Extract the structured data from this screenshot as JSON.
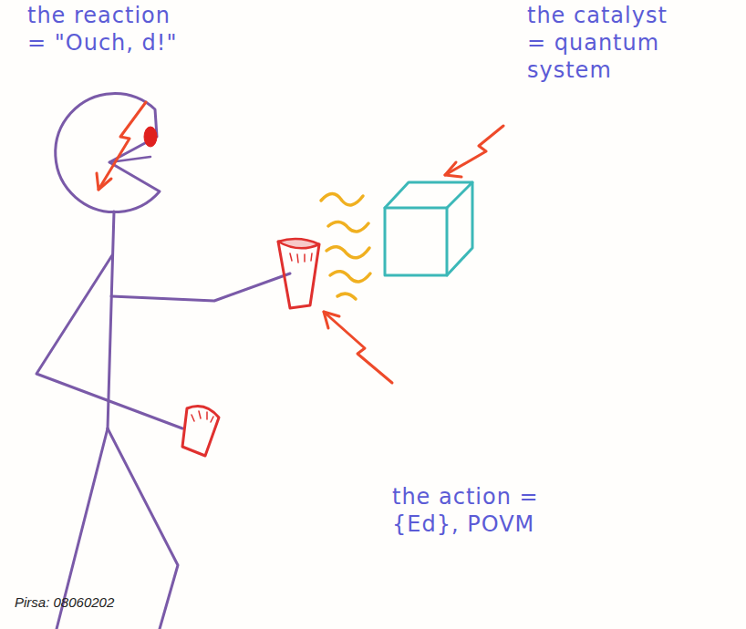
{
  "diagram": {
    "labels": [
      "the reaction = \"Ouch, d!\"",
      "the catalyst = quantum system",
      "the action = {Ed}, POVM",
      "Pirsa: 08060202"
    ]
  }
}
